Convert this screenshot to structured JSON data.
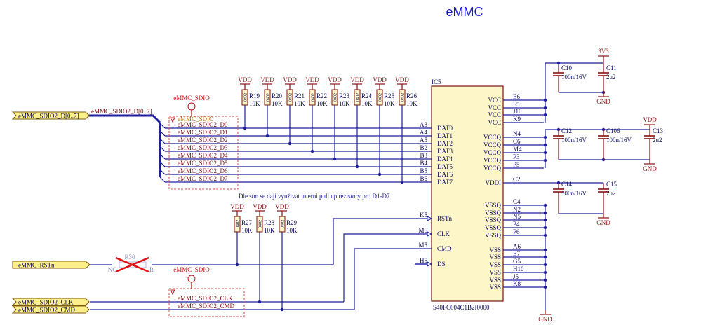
{
  "title": "eMMC",
  "ic": {
    "ref": "IC5",
    "part": "S40FC004C1B2I0000",
    "left_pins": [
      {
        "num": "A3",
        "name": "DAT0"
      },
      {
        "num": "A4",
        "name": "DAT1"
      },
      {
        "num": "A5",
        "name": "DAT2"
      },
      {
        "num": "B2",
        "name": "DAT3"
      },
      {
        "num": "B3",
        "name": "DAT4"
      },
      {
        "num": "B4",
        "name": "DAT5"
      },
      {
        "num": "B5",
        "name": "DAT6"
      },
      {
        "num": "B6",
        "name": "DAT7"
      },
      {
        "num": "K5",
        "name": "RSTn"
      },
      {
        "num": "M6",
        "name": "CLK"
      },
      {
        "num": "M5",
        "name": "CMD"
      },
      {
        "num": "H5",
        "name": "DS"
      }
    ],
    "right_pins": [
      {
        "num": "E6",
        "name": "VCC"
      },
      {
        "num": "F5",
        "name": "VCC"
      },
      {
        "num": "J10",
        "name": "VCC"
      },
      {
        "num": "K9",
        "name": "VCC"
      },
      {
        "num": "N4",
        "name": "VCCQ"
      },
      {
        "num": "C6",
        "name": "VCCQ"
      },
      {
        "num": "M4",
        "name": "VCCQ"
      },
      {
        "num": "P3",
        "name": "VCCQ"
      },
      {
        "num": "P5",
        "name": "VCCQ"
      },
      {
        "num": "C2",
        "name": "VDDI"
      },
      {
        "num": "C4",
        "name": "VSSQ"
      },
      {
        "num": "N2",
        "name": "VSSQ"
      },
      {
        "num": "N5",
        "name": "VSSQ"
      },
      {
        "num": "P4",
        "name": "VSSQ"
      },
      {
        "num": "P6",
        "name": "VSSQ"
      },
      {
        "num": "A6",
        "name": "VSS"
      },
      {
        "num": "E7",
        "name": "VSS"
      },
      {
        "num": "G5",
        "name": "VSS"
      },
      {
        "num": "H10",
        "name": "VSS"
      },
      {
        "num": "J5",
        "name": "VSS"
      },
      {
        "num": "K8",
        "name": "VSS"
      }
    ]
  },
  "data_resistors": [
    {
      "ref": "R19",
      "value": "10K",
      "package": "0402",
      "power": "VDD"
    },
    {
      "ref": "R20",
      "value": "10K",
      "package": "0402",
      "power": "VDD"
    },
    {
      "ref": "R21",
      "value": "10K",
      "package": "0402",
      "power": "VDD"
    },
    {
      "ref": "R22",
      "value": "10K",
      "package": "0402",
      "power": "VDD"
    },
    {
      "ref": "R23",
      "value": "10K",
      "package": "0402",
      "power": "VDD"
    },
    {
      "ref": "R24",
      "value": "10K",
      "package": "0402",
      "power": "VDD"
    },
    {
      "ref": "R25",
      "value": "10K",
      "package": "0402",
      "power": "VDD"
    },
    {
      "ref": "R26",
      "value": "10K",
      "package": "0402",
      "power": "VDD"
    }
  ],
  "ctrl_resistors": [
    {
      "ref": "R27",
      "value": "10K",
      "package": "0402",
      "power": "VDD"
    },
    {
      "ref": "R28",
      "value": "10K",
      "package": "0402",
      "power": "VDD"
    },
    {
      "ref": "R29",
      "value": "10K",
      "package": "0402",
      "power": "VDD"
    }
  ],
  "r30": {
    "ref": "R30",
    "left": "NC",
    "right": "R"
  },
  "data_nets": [
    "eMMC_SDIO2_D0",
    "eMMC_SDIO2_D1",
    "eMMC_SDIO2_D2",
    "eMMC_SDIO2_D3",
    "eMMC_SDIO2_D4",
    "eMMC_SDIO2_D5",
    "eMMC_SDIO2_D6",
    "eMMC_SDIO2_D7"
  ],
  "ctrl_nets": [
    "eMMC_SDIO2_CLK",
    "eMMC_SDIO2_CMD"
  ],
  "harness_label": "eMMC_SDIO",
  "harness_inner": "eMMC_SDIO",
  "bus_name": "eMMC_SDIO2_D[0..7]",
  "ports": {
    "data": "eMMC_SDIO2_D[0..7]",
    "rst": "eMMC_RSTn",
    "clk": "eMMC_SDIO2_CLK",
    "cmd": "eMMC_SDIO2_CMD"
  },
  "note": "Dle stm se daji využivat interni pull up rezistory pro D1-D7",
  "caps": {
    "vcc": [
      {
        "ref": "C10",
        "value": "100n/16V"
      },
      {
        "ref": "C11",
        "value": "2u2"
      }
    ],
    "vccq": [
      {
        "ref": "C12",
        "value": "100n/16V"
      },
      {
        "ref": "C106",
        "value": "100n/16V"
      },
      {
        "ref": "C13",
        "value": "2u2"
      }
    ],
    "vddi": [
      {
        "ref": "C14",
        "value": "100n/16V"
      },
      {
        "ref": "C15",
        "value": "2u2"
      }
    ]
  },
  "power": {
    "v3v3": "3V3",
    "vdd": "VDD",
    "gnd": "GND"
  },
  "colors": {
    "wire": "#1e1e9e",
    "power": "#8b1010",
    "ic_fill": "#fdf6c8",
    "port_fill": "#fdf08a"
  }
}
